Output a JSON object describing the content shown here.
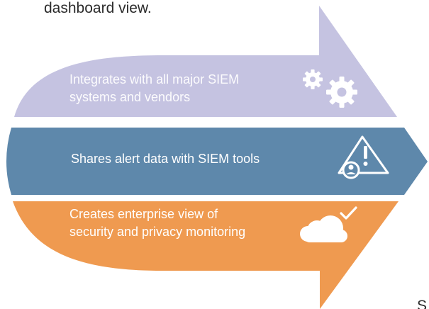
{
  "header": {
    "text": "dashboard view."
  },
  "footer": {
    "text": "S"
  },
  "arrow": {
    "rows": [
      {
        "lines": [
          "Integrates with all major SIEM",
          "systems and vendors"
        ],
        "icon": "gears-icon",
        "color": "#c5c3e1"
      },
      {
        "lines": [
          "Shares alert data with SIEM tools"
        ],
        "icon": "alert-user-icon",
        "color": "#5e88ab"
      },
      {
        "lines": [
          "Creates enterprise view of",
          "security and privacy monitoring"
        ],
        "icon": "cloud-check-icon",
        "color": "#ef9a50"
      }
    ]
  }
}
